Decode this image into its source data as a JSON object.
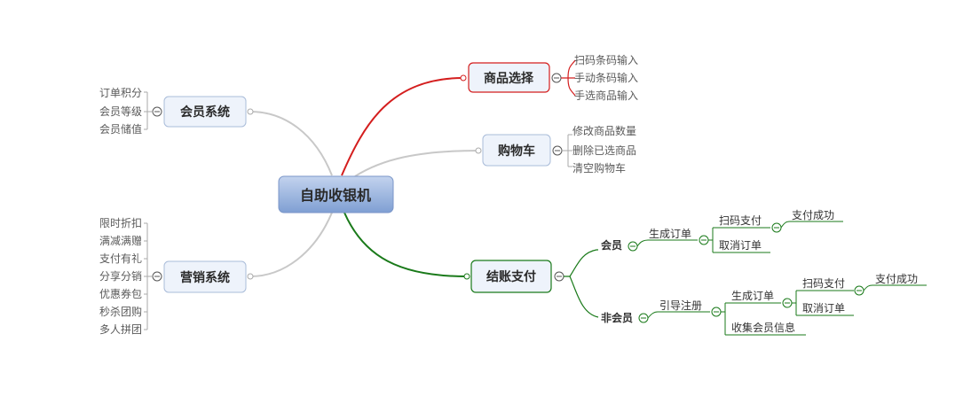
{
  "root": {
    "label": "自助收银机"
  },
  "branches": {
    "product": {
      "label": "商品选择",
      "color": "#d41e1e",
      "items": [
        "扫码条码输入",
        "手动条码输入",
        "手选商品输入"
      ]
    },
    "cart": {
      "label": "购物车",
      "color": "#c8c8c8",
      "items": [
        "修改商品数量",
        "删除已选商品",
        "清空购物车"
      ]
    },
    "checkout": {
      "label": "结账支付",
      "color": "#1a7a1a",
      "member": {
        "label": "会员",
        "create_order": "生成订单",
        "scan_pay": "扫码支付",
        "pay_success": "支付成功",
        "cancel_order": "取消订单"
      },
      "non_member": {
        "label": "非会员",
        "guide_register": "引导注册",
        "create_order": "生成订单",
        "scan_pay": "扫码支付",
        "pay_success": "支付成功",
        "cancel_order": "取消订单",
        "collect_info": "收集会员信息"
      }
    },
    "membership": {
      "label": "会员系统",
      "color": "#c8c8c8",
      "items": [
        "订单积分",
        "会员等级",
        "会员储值"
      ]
    },
    "marketing": {
      "label": "营销系统",
      "color": "#c8c8c8",
      "items": [
        "限时折扣",
        "满减满赠",
        "支付有礼",
        "分享分销",
        "优惠券包",
        "秒杀团购",
        "多人拼团"
      ]
    }
  },
  "colors": {
    "root_fill_top": "#b8cbe8",
    "root_fill_bottom": "#7f9fd3",
    "branch_fill": "#eef3fb",
    "branch_border": "#a9bcd9",
    "red": "#d41e1e",
    "green": "#1a7a1a",
    "gray": "#c8c8c8"
  }
}
